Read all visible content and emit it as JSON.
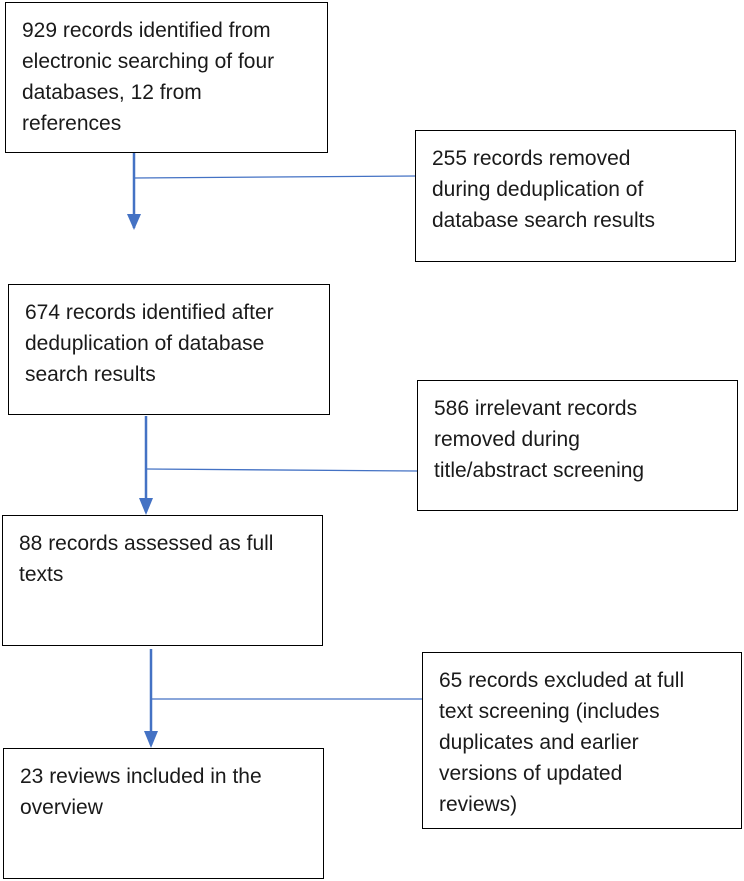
{
  "flow": {
    "step1": "929 records identified from\nelectronic searching of four\ndatabases, 12 from\nreferences",
    "excluded1": "255 records removed\nduring deduplication of\ndatabase search results",
    "step2": "674 records identified after\ndeduplication of database\nsearch results",
    "excluded2": "586 irrelevant records\nremoved during\ntitle/abstract screening",
    "step3": "88 records assessed as full\ntexts",
    "excluded3": "65 records excluded at full\ntext screening (includes\nduplicates and earlier\nversions of updated\nreviews)",
    "step4": "23 reviews included in the\noverview"
  },
  "colors": {
    "connector": "#4472C4",
    "box_border": "#000000"
  }
}
